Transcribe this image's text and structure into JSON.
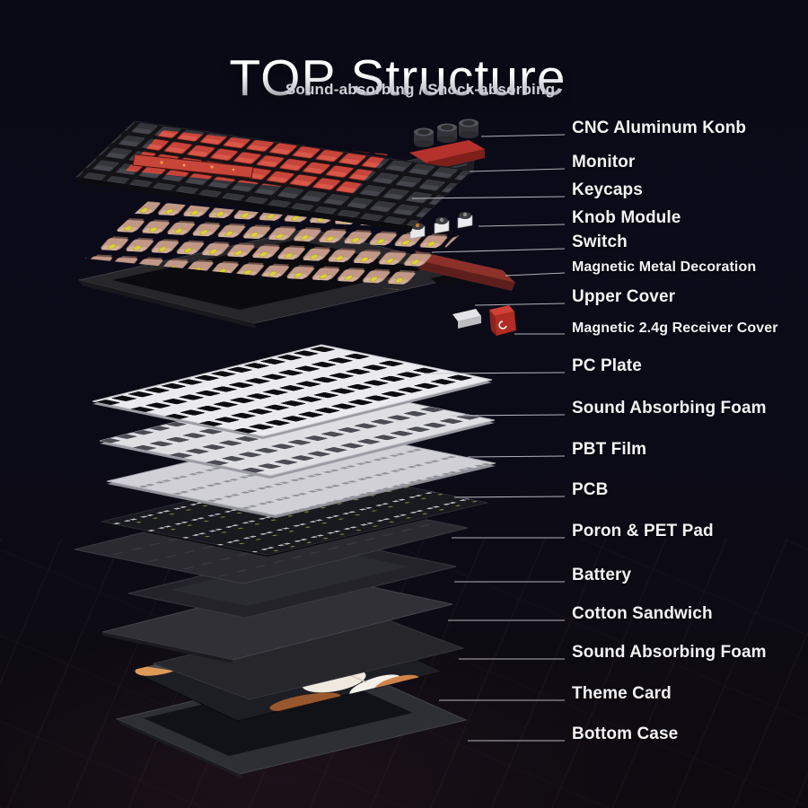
{
  "title": "TOP Structure",
  "subtitle": "Sound-absorbing / Shock-absorbing",
  "labels": [
    "CNC Aluminum Konb",
    "Monitor",
    "Keycaps",
    "Knob Module",
    "Switch",
    "Magnetic Metal Decoration",
    "Upper Cover",
    "Magnetic 2.4g Receiver Cover",
    "PC Plate",
    "Sound Absorbing Foam",
    "PBT Film",
    "PCB",
    "Poron & PET Pad",
    "Battery",
    "Cotton Sandwich",
    "Sound Absorbing Foam",
    "Theme Card",
    "Bottom Case"
  ],
  "colors": {
    "background": "#0b0b18",
    "label_text": "#f3f3f5",
    "leader_line": "#c3c3ca",
    "keycap_red": "#c7443a",
    "knob_base_red": "#b5322c",
    "receiver_cover_red": "#c0342b",
    "metal_decoration_red": "#8c302a",
    "plate_white": "#ebebef",
    "switch_tan": "#c79c8b",
    "switch_stem_yellow": "#e4d63d",
    "theme_card_orange": "#cf8348",
    "theme_card_white": "#f6f3ee"
  }
}
